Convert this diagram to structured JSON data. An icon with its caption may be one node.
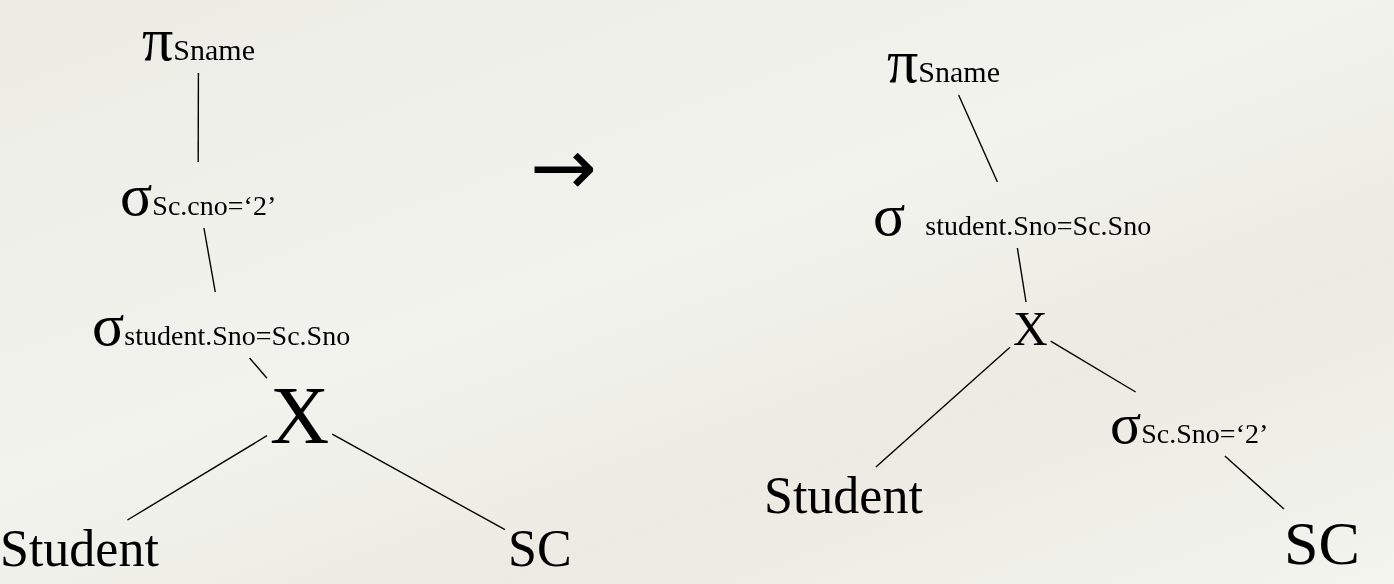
{
  "diagram": {
    "nodes": [
      {
        "text": [
          "π",
          "Sname"
        ]
      },
      {
        "text": [
          "σ",
          "Sc.cno=‘2’"
        ]
      },
      {
        "text": [
          "σ",
          "student.Sno=Sc.Sno"
        ]
      },
      {
        "text": [
          "X"
        ]
      },
      {
        "text": [
          "Student"
        ]
      },
      {
        "text": [
          "SC"
        ]
      },
      {
        "text": [
          "π",
          "Sname"
        ]
      },
      {
        "text": [
          "σ",
          "student.Sno=Sc.Sno"
        ]
      },
      {
        "text": [
          "X"
        ]
      },
      {
        "text": [
          "σ",
          "Sc.Sno=‘2’"
        ]
      },
      {
        "text": [
          "Student"
        ]
      },
      {
        "text": [
          "SC"
        ]
      }
    ],
    "edges": [
      {
        "from": 0,
        "to": 1,
        "arrow": "none"
      },
      {
        "from": 1,
        "to": 2,
        "arrow": "none"
      },
      {
        "from": 2,
        "to": 3,
        "arrow": "none"
      },
      {
        "from": 3,
        "to": 4,
        "arrow": "none"
      },
      {
        "from": 3,
        "to": 5,
        "arrow": "none"
      },
      {
        "from": 6,
        "to": 7,
        "arrow": "none"
      },
      {
        "from": 7,
        "to": 8,
        "arrow": "none"
      },
      {
        "from": 8,
        "to": 10,
        "arrow": "none"
      },
      {
        "from": 8,
        "to": 9,
        "arrow": "none"
      },
      {
        "from": 9,
        "to": 11,
        "arrow": "none"
      }
    ],
    "labels": [
      "→"
    ]
  }
}
